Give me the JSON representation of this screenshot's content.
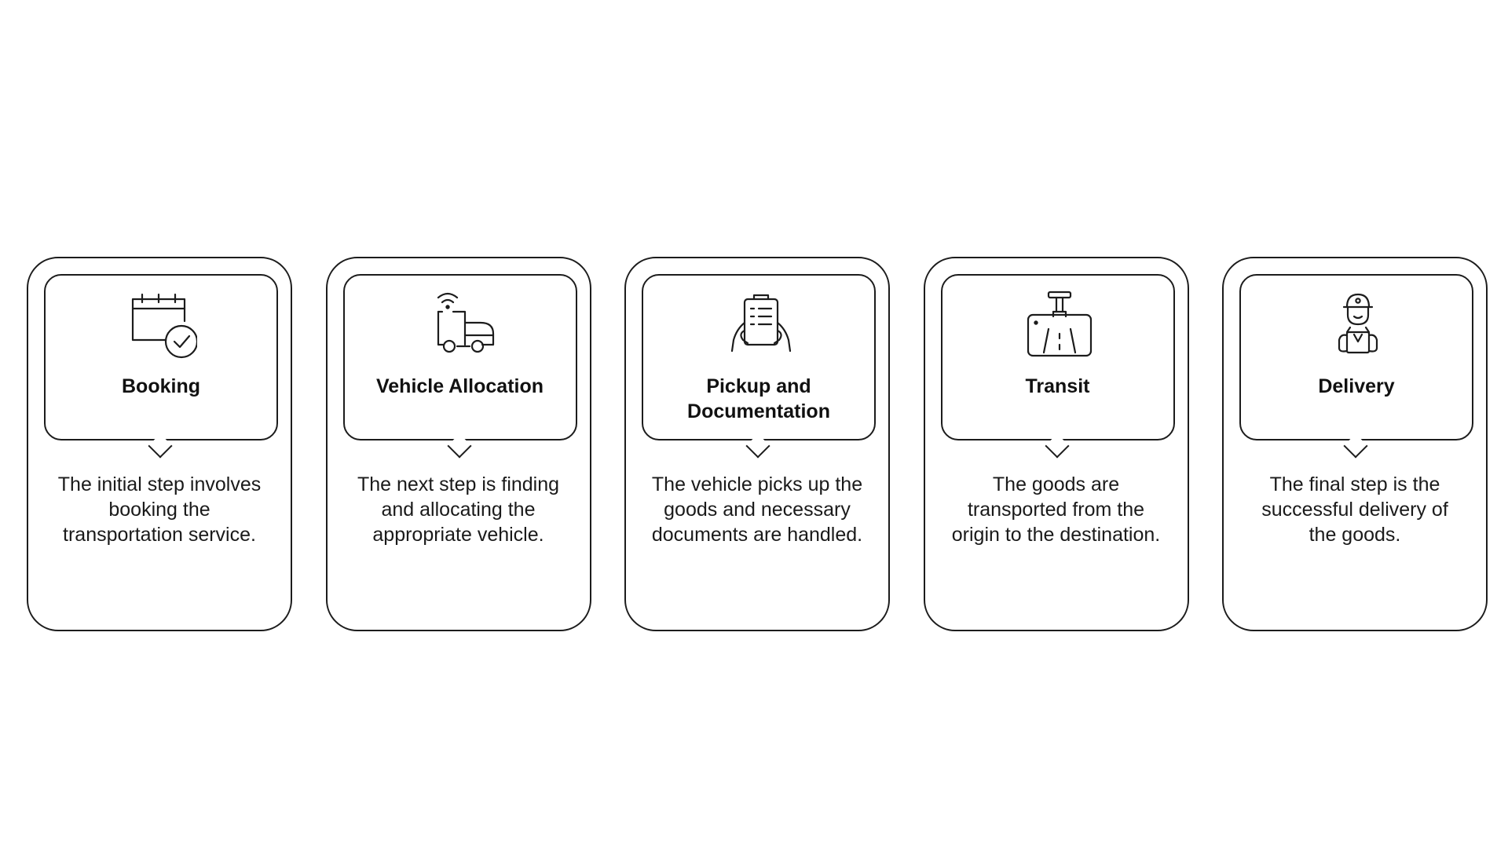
{
  "steps": [
    {
      "icon": "calendar-check-icon",
      "title": "Booking",
      "description": "The initial step involves booking the transportation service."
    },
    {
      "icon": "connected-truck-icon",
      "title": "Vehicle Allocation",
      "description": "The next step is finding and allocating the appropriate vehicle."
    },
    {
      "icon": "clipboard-hands-icon",
      "title": "Pickup and Documentation",
      "description": "The vehicle picks up the goods and necessary documents are handled."
    },
    {
      "icon": "windshield-road-icon",
      "title": "Transit",
      "description": "The goods are transported from the origin to the destination."
    },
    {
      "icon": "courier-package-icon",
      "title": "Delivery",
      "description": "The final step is the successful delivery of the goods."
    }
  ]
}
